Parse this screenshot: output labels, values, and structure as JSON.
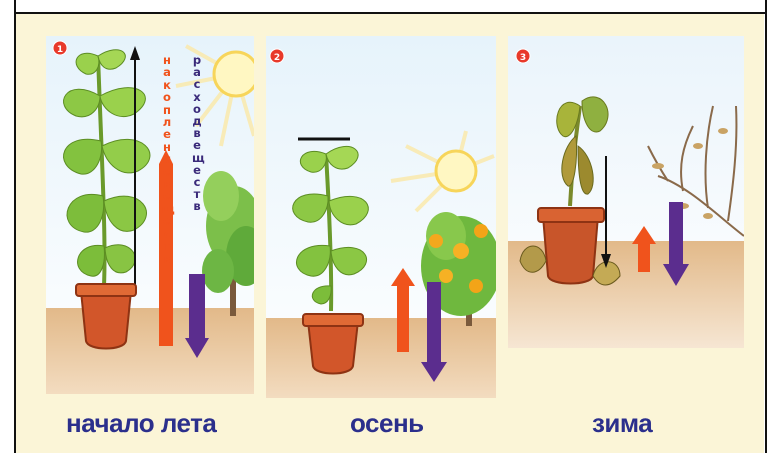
{
  "panels": [
    {
      "number": "1",
      "caption": "начало лета",
      "label_up": "накопление веществ",
      "label_down": "расход веществ"
    },
    {
      "number": "2",
      "caption": "осень"
    },
    {
      "number": "3",
      "caption": "зима"
    }
  ],
  "colors": {
    "caption": "#2b2f8c",
    "up_arrow": "#f0531c",
    "down_arrow": "#5b2d8e",
    "number_badge": "#e8392a"
  }
}
